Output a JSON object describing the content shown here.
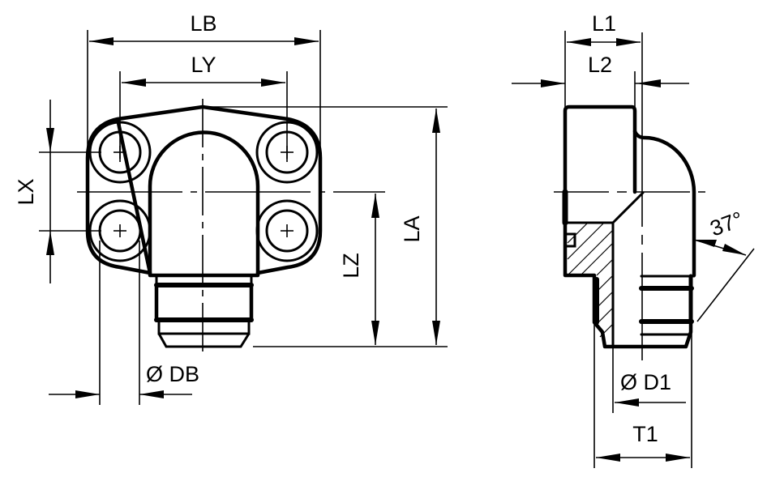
{
  "drawing": {
    "subject": "SAE flange 90-degree elbow fitting with 37-degree flare (JIC) male end",
    "colors": {
      "line": "#000000",
      "background": "#ffffff"
    },
    "front_view": {
      "dimensions": {
        "LB": "LB",
        "LY": "LY",
        "LX": "LX",
        "LZ": "LZ",
        "LA": "LA",
        "DB": "Ø DB"
      }
    },
    "side_view": {
      "dimensions": {
        "L1": "L1",
        "L2": "L2",
        "D1": "Ø D1",
        "T1": "T1",
        "angle": "37°"
      }
    }
  }
}
